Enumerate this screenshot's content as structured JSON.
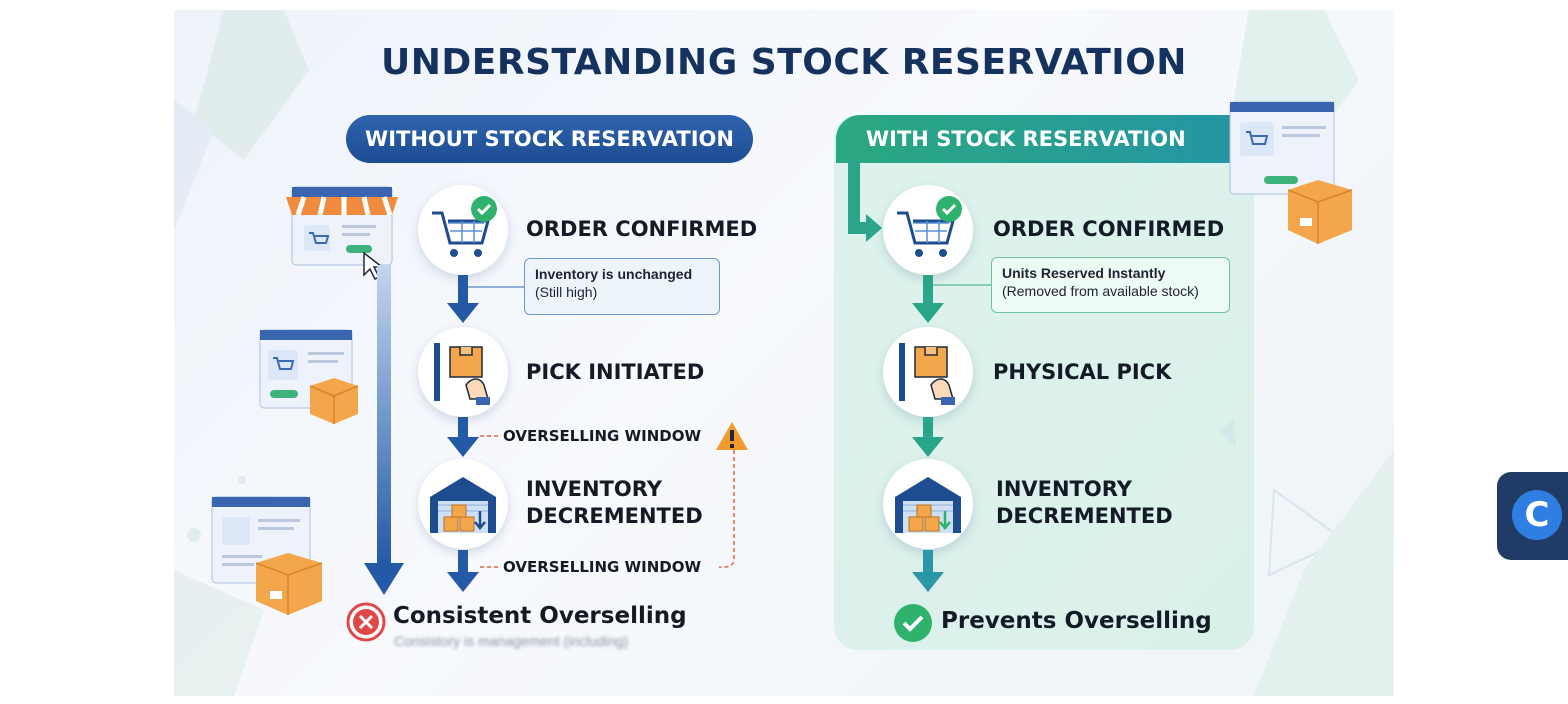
{
  "title": "UNDERSTANDING STOCK RESERVATION",
  "left": {
    "header": "WITHOUT STOCK RESERVATION",
    "steps": [
      {
        "label": "ORDER CONFIRMED",
        "icon": "shopping-cart-check-icon"
      },
      {
        "label": "PICK INITIATED",
        "icon": "hand-pick-box-icon"
      },
      {
        "label_line1": "INVENTORY",
        "label_line2": "DECREMENTED",
        "icon": "warehouse-icon"
      }
    ],
    "note_bold": "Inventory is unchanged",
    "note_sub": "(Still high)",
    "window_label_1": "OVERSELLING WINDOW",
    "window_label_2": "OVERSELLING WINDOW",
    "outcome": "Consistent Overselling",
    "outcome_sub": "Consistory is management (including)"
  },
  "right": {
    "header": "WITH STOCK RESERVATION",
    "steps": [
      {
        "label": "ORDER CONFIRMED",
        "icon": "shopping-cart-check-icon"
      },
      {
        "label": "PHYSICAL PICK",
        "icon": "hand-pick-box-icon"
      },
      {
        "label_line1": "INVENTORY",
        "label_line2": "DECREMENTED",
        "icon": "warehouse-icon"
      }
    ],
    "note_bold": "Units Reserved Instantly",
    "note_sub": "(Removed from available stock)",
    "outcome": "Prevents Overselling"
  },
  "colors": {
    "title": "#15325e",
    "left_accent": "#2459a6",
    "right_accent": "#2aa58a",
    "warning": "#f39a2c",
    "error": "#e04848",
    "success": "#2fb36c"
  },
  "widget": {
    "icon": "chat-logo-icon",
    "letter": "C"
  }
}
